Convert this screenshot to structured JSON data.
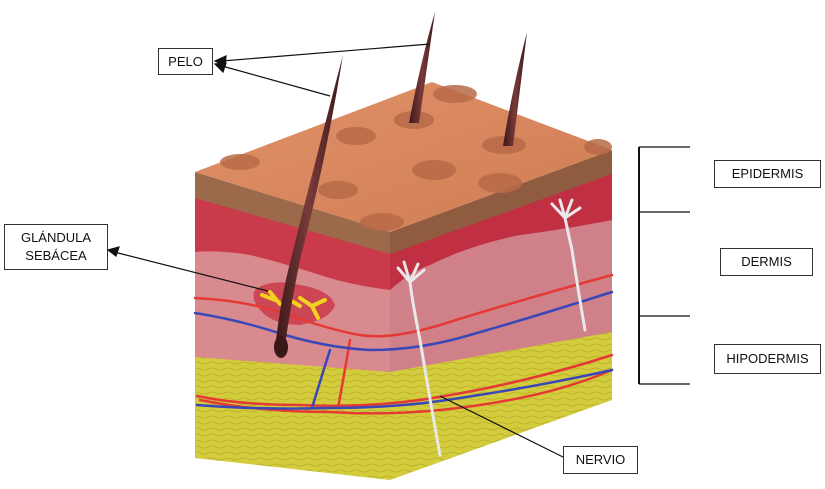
{
  "labels": {
    "pelo": "PELO",
    "glandula": "GLÁNDULA\nSEBÁCEA",
    "epidermis": "EPIDERMIS",
    "dermis": "DERMIS",
    "hipodermis": "HIPODERMIS",
    "nervio": "NERVIO"
  },
  "colors": {
    "epidermis_top": "#d9875e",
    "epidermis_edge": "#9c6a4a",
    "dermis_upper": "#c93a4a",
    "dermis_lower": "#d98a8f",
    "hipodermis": "#d2cb3a",
    "artery": "#e53935",
    "vein": "#3a47b8",
    "nerve": "#e8e8e8",
    "hair": "#5a2a2a",
    "gland": "#f2d21c"
  }
}
